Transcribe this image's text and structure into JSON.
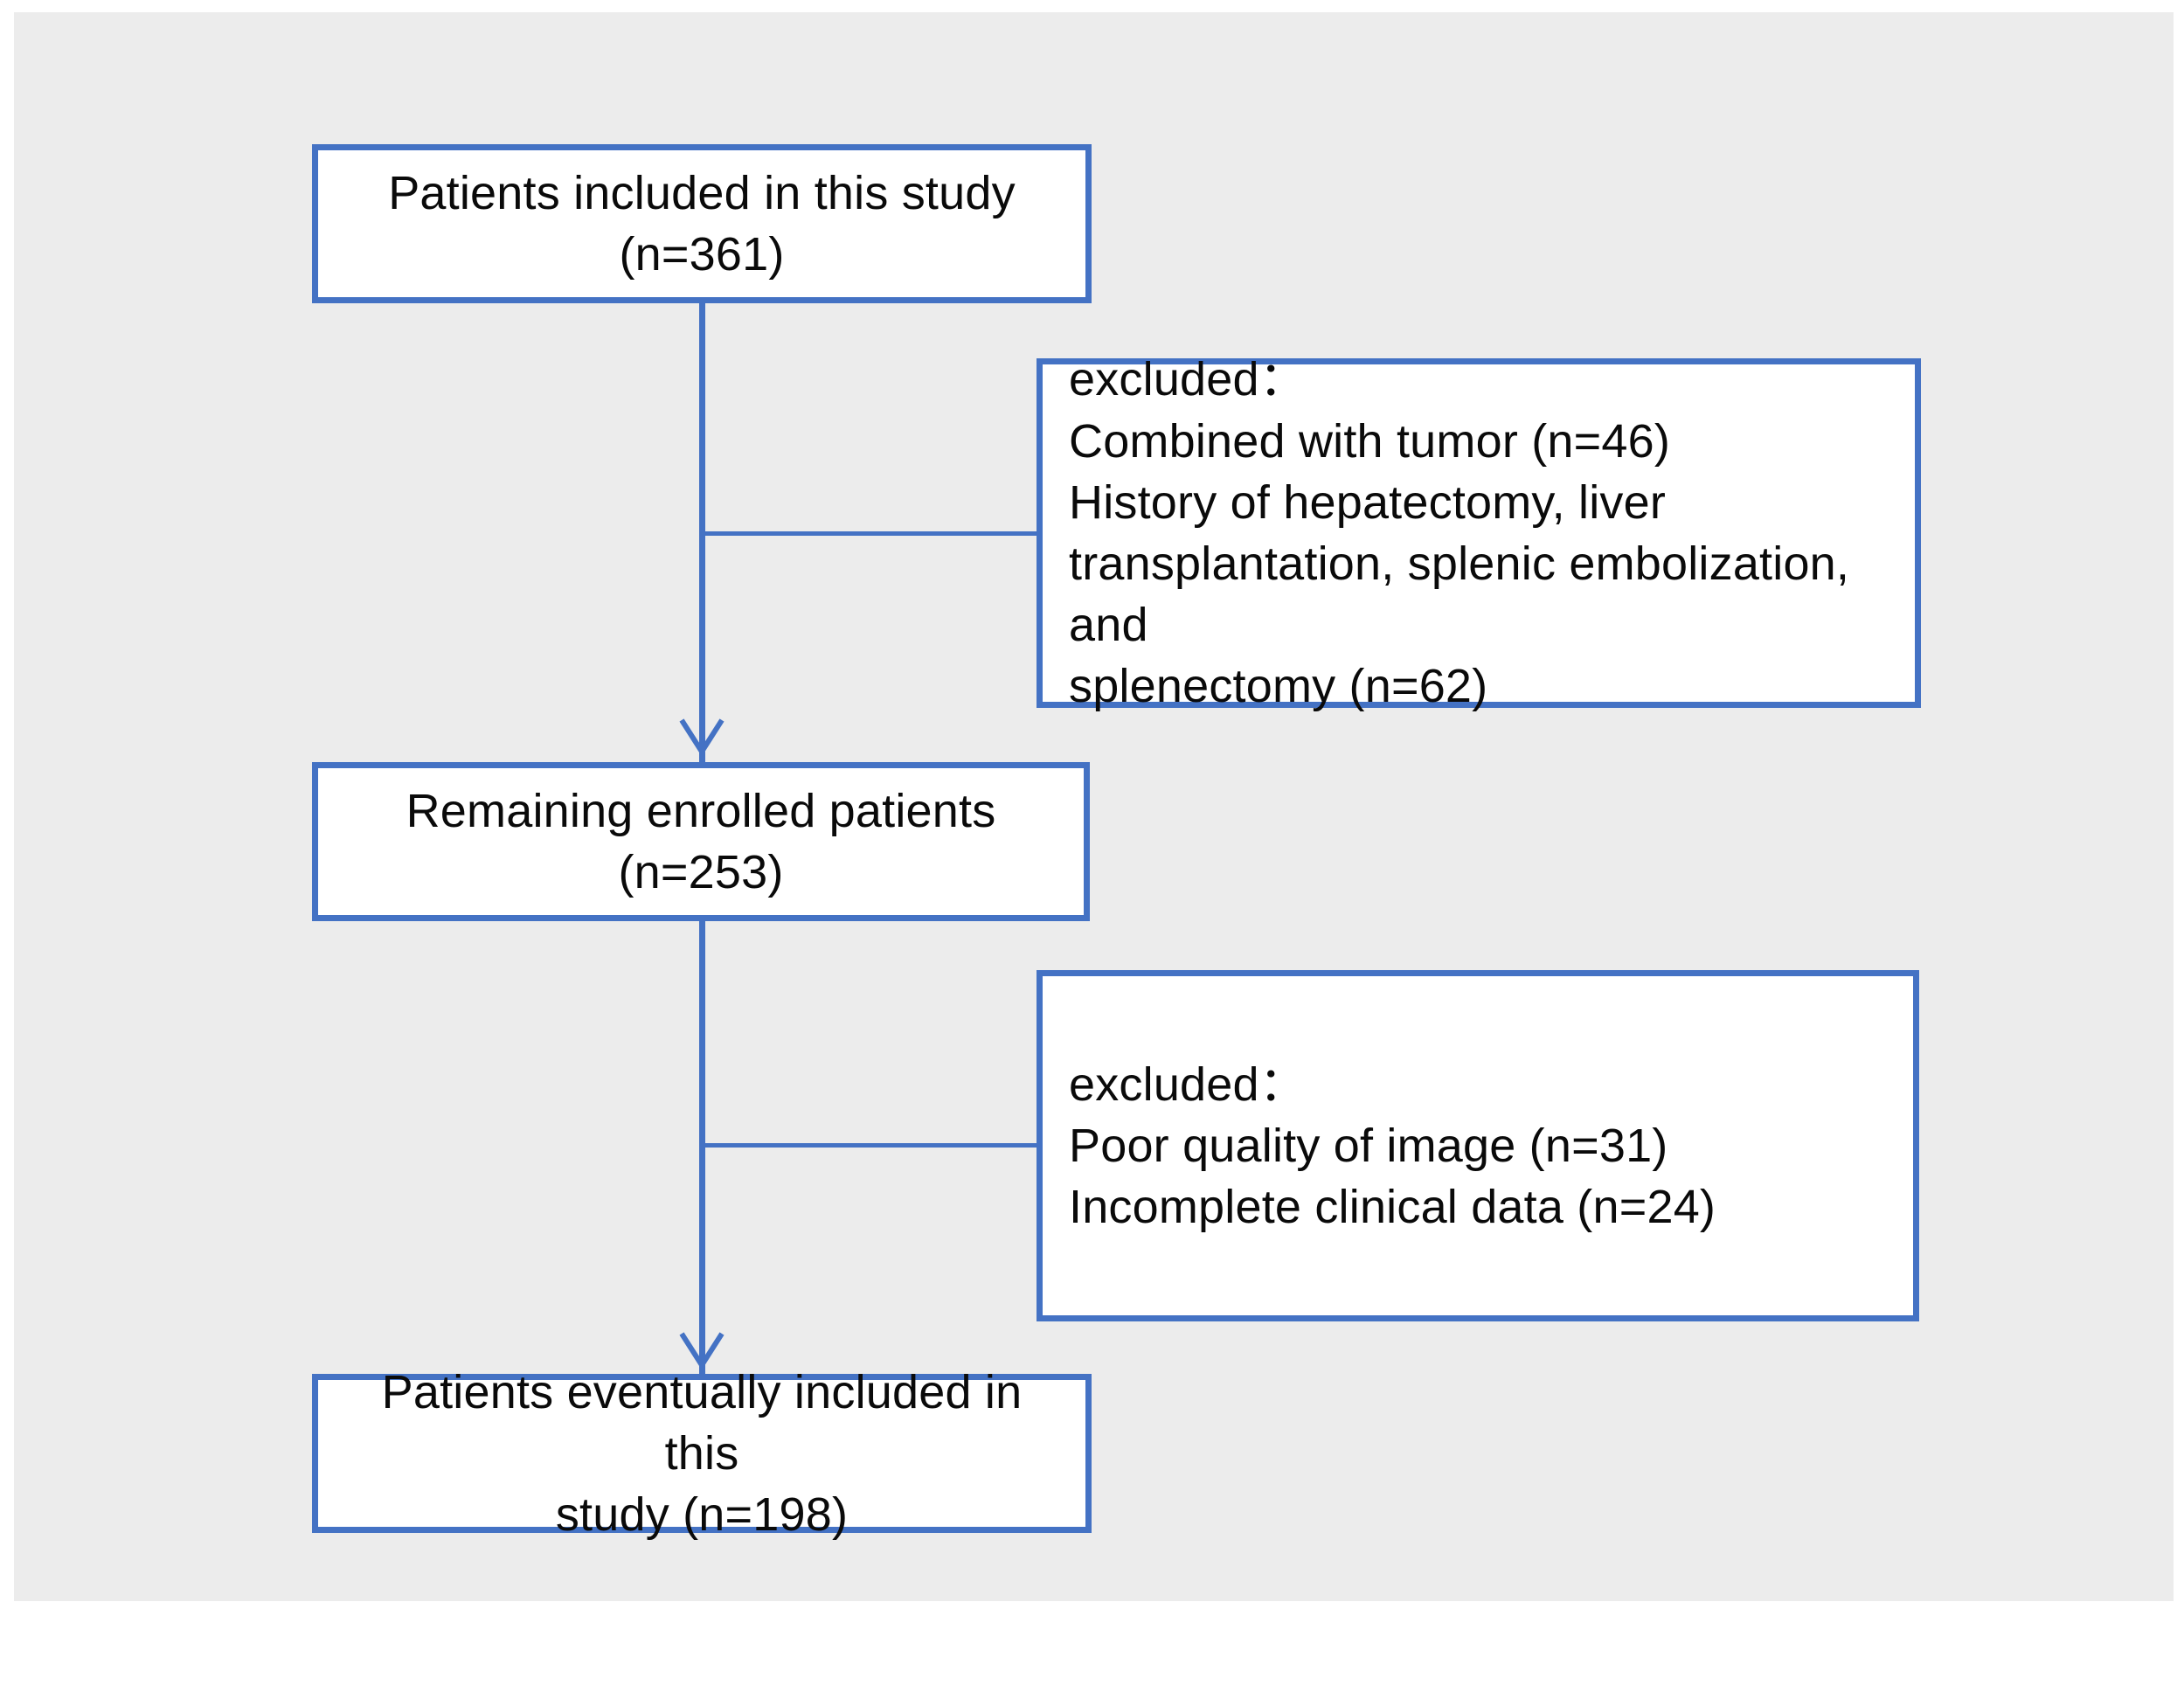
{
  "figure": {
    "type": "flowchart",
    "orientation": "top-to-bottom",
    "background_color": "#ececec",
    "accent_color": "#4472c4",
    "text_color": "#0a0a0a"
  },
  "nodes": {
    "included": {
      "id": "patients-included",
      "text": "Patients included in this study\n(n=361)",
      "count": 361,
      "align": "center"
    },
    "excluded_1": {
      "id": "excluded-first",
      "text": "excluded：\n   Combined with tumor (n=46)\n   History of hepatectomy, liver\ntransplantation, splenic embolization, and\nsplenectomy (n=62)",
      "heading": "excluded：",
      "reasons": [
        {
          "label": "Combined with tumor",
          "count": 46
        },
        {
          "label": "History of hepatectomy, liver transplantation, splenic embolization, and splenectomy",
          "count": 62
        }
      ],
      "align": "left"
    },
    "remaining": {
      "id": "remaining-enrolled",
      "text": "Remaining enrolled patients (n=253)",
      "count": 253,
      "align": "center"
    },
    "excluded_2": {
      "id": "excluded-second",
      "text": "excluded：\n   Poor quality of image (n=31)\n   Incomplete clinical data (n=24)",
      "heading": "excluded：",
      "reasons": [
        {
          "label": "Poor quality of image",
          "count": 31
        },
        {
          "label": "Incomplete clinical data",
          "count": 24
        }
      ],
      "align": "left"
    },
    "final": {
      "id": "patients-final",
      "text": "Patients eventually included in this\nstudy (n=198)",
      "count": 198,
      "align": "center"
    }
  },
  "edges": [
    {
      "from": "included",
      "to": "remaining",
      "style": "arrow"
    },
    {
      "from": "included",
      "to": "excluded_1",
      "style": "plain"
    },
    {
      "from": "remaining",
      "to": "final",
      "style": "arrow"
    },
    {
      "from": "remaining",
      "to": "excluded_2",
      "style": "plain"
    }
  ]
}
